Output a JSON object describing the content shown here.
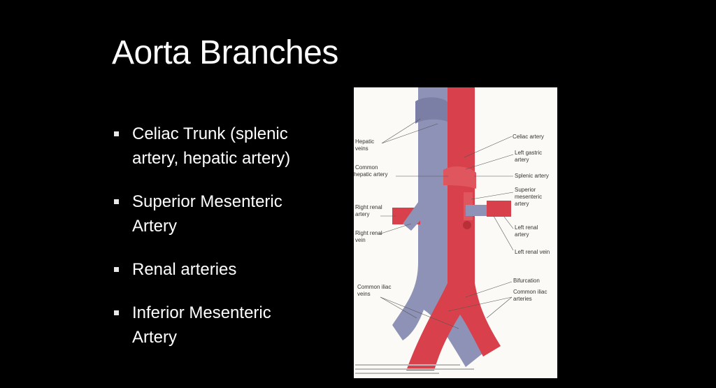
{
  "slide": {
    "title": "Aorta Branches",
    "bullets": [
      {
        "line1": "Celiac Trunk (splenic",
        "line2": "artery, hepatic artery)"
      },
      {
        "line1": "Superior Mesenteric",
        "line2": "Artery"
      },
      {
        "line1": "Renal arteries",
        "line2": ""
      },
      {
        "line1": "Inferior Mesenteric",
        "line2": "Artery"
      }
    ]
  },
  "figure": {
    "colors": {
      "artery": "#d8414b",
      "vein": "#8e92b6",
      "background": "#fbfaf6"
    },
    "labels": {
      "hepatic_veins": [
        "Hepatic",
        "veins"
      ],
      "celiac_artery": [
        "Celiac artery"
      ],
      "left_gastric_artery": [
        "Left gastric",
        "artery"
      ],
      "common_hepatic_artery": [
        "Common",
        "hepatic artery"
      ],
      "splenic_artery": [
        "Splenic artery"
      ],
      "superior_mesenteric_artery": [
        "Superior",
        "mesenteric",
        "artery"
      ],
      "right_renal_artery": [
        "Right renal",
        "artery"
      ],
      "right_renal_vein": [
        "Right renal",
        "vein"
      ],
      "left_renal_artery": [
        "Left renal",
        "artery"
      ],
      "left_renal_vein": [
        "Left renal vein"
      ],
      "common_iliac_veins": [
        "Common iliac",
        "veins"
      ],
      "bifurcation": [
        "Bifurcation"
      ],
      "common_iliac_arteries": [
        "Common iliac",
        "arteries"
      ]
    }
  }
}
